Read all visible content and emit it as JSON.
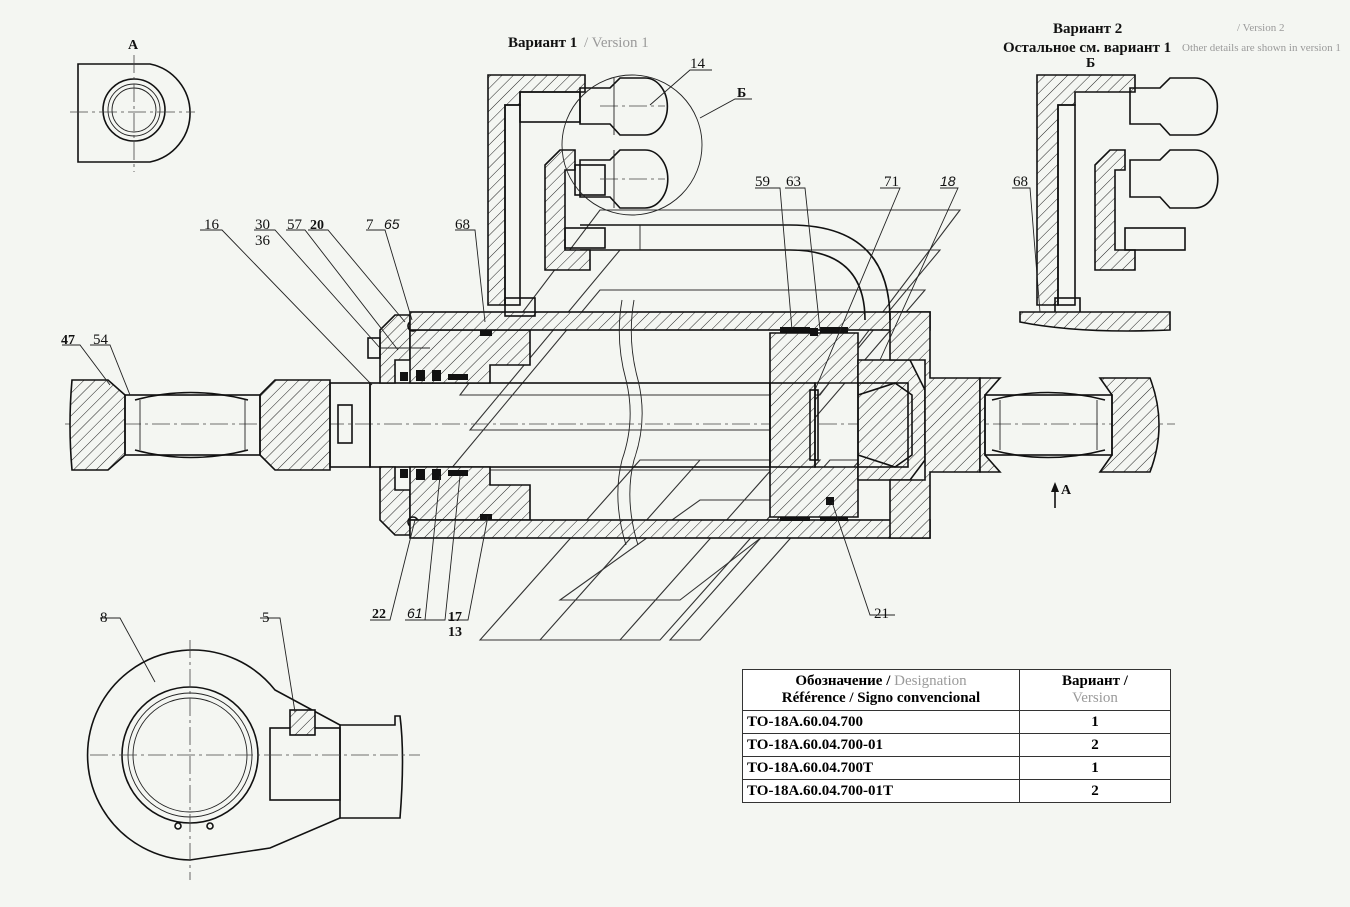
{
  "views": {
    "view_a": "А",
    "view_b": "Б",
    "arrow_a": "А"
  },
  "variant1": {
    "title": "Вариант 1",
    "title_en": "/ Version 1"
  },
  "variant2": {
    "title": "Вариант 2",
    "title_en": "/ Version 2",
    "note": "Остальное см. вариант 1",
    "note_en": "Other details are shown in version 1"
  },
  "callouts": {
    "c14": "14",
    "c16": "16",
    "c30": "30",
    "c36": "36",
    "c57": "57",
    "c20": "20",
    "c7": "7",
    "c65": "65",
    "c68a": "68",
    "c68b": "68",
    "c59": "59",
    "c63": "63",
    "c71": "71",
    "c18": "18",
    "c47": "47",
    "c54": "54",
    "c22": "22",
    "c61": "61",
    "c17": "17",
    "c13": "13",
    "c21": "21",
    "c8": "8",
    "c5": "5"
  },
  "table": {
    "header_col1_ru": "Обозначение /",
    "header_col1_en": "Designation",
    "header_col1_fr": "Référence / Signo convencional",
    "header_col2_ru": "Вариант /",
    "header_col2_en": "Version",
    "rows": [
      {
        "designation": "ТО-18А.60.04.700",
        "variant": "1"
      },
      {
        "designation": "ТО-18А.60.04.700-01",
        "variant": "2"
      },
      {
        "designation": "ТО-18А.60.04.700Т",
        "variant": "1"
      },
      {
        "designation": "ТО-18А.60.04.700-01Т",
        "variant": "2"
      }
    ]
  }
}
